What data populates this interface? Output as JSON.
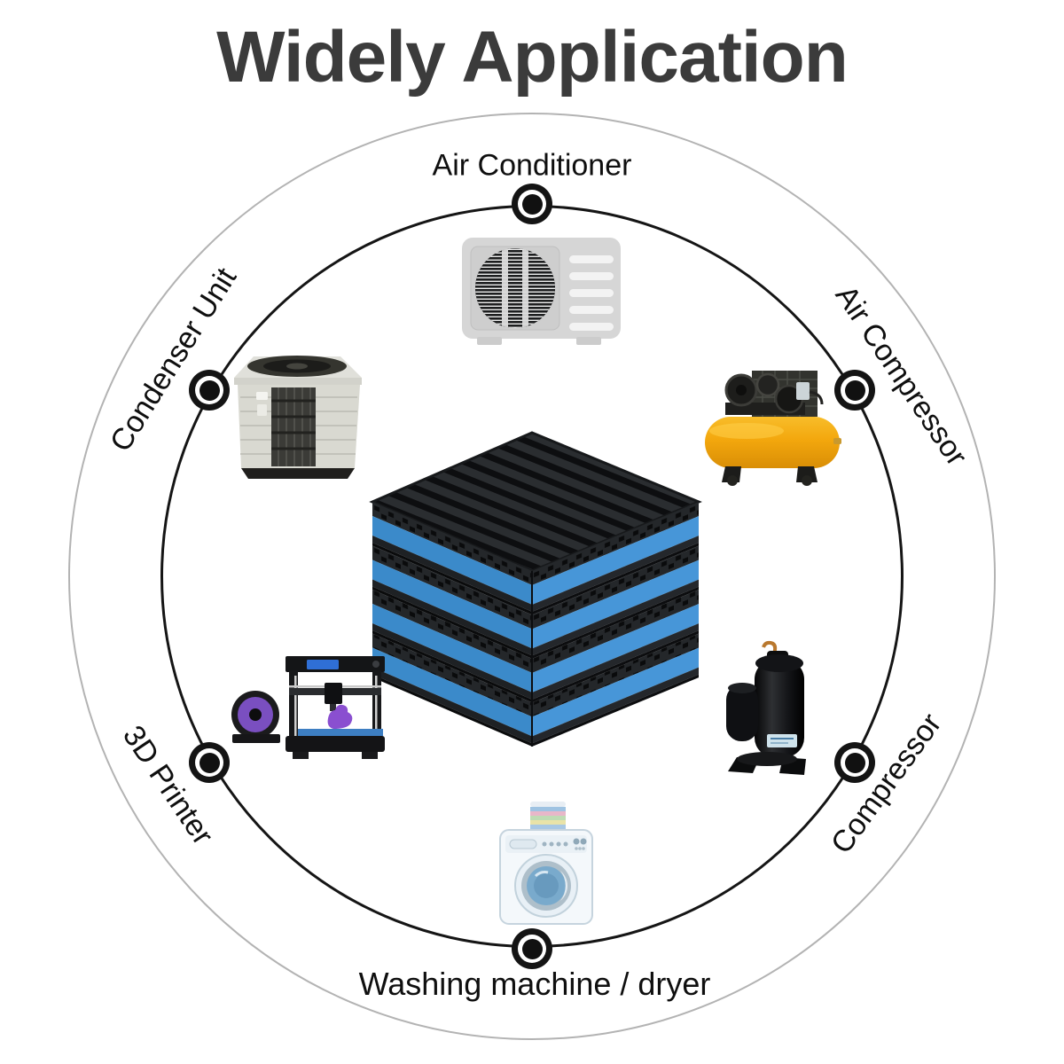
{
  "title": "Widely Application",
  "diagram": {
    "center_product": {
      "icon": "anti-vibration-pad-stack",
      "rubber_color": "#26292c",
      "foam_color": "#3b8aca"
    },
    "applications": [
      {
        "label": "Air Conditioner",
        "icon": "air-conditioner-outdoor-unit",
        "position": "top"
      },
      {
        "label": "Air Compressor",
        "icon": "yellow-tank-air-compressor",
        "position": "upper-right"
      },
      {
        "label": "Compressor",
        "icon": "black-refrigeration-compressor",
        "position": "lower-right"
      },
      {
        "label": "Washing machine / dryer",
        "icon": "washing-machine",
        "position": "bottom"
      },
      {
        "label": "3D Printer",
        "icon": "3d-printer",
        "position": "lower-left"
      },
      {
        "label": "Condenser Unit",
        "icon": "condenser-unit",
        "position": "upper-left"
      }
    ],
    "colors": {
      "outer_circle": "#b3b3b3",
      "inner_circle": "#151515",
      "title_text": "#3b3b3b",
      "label_text": "#0f0f0f",
      "compressor_tank_yellow": "#f3a70d"
    }
  }
}
